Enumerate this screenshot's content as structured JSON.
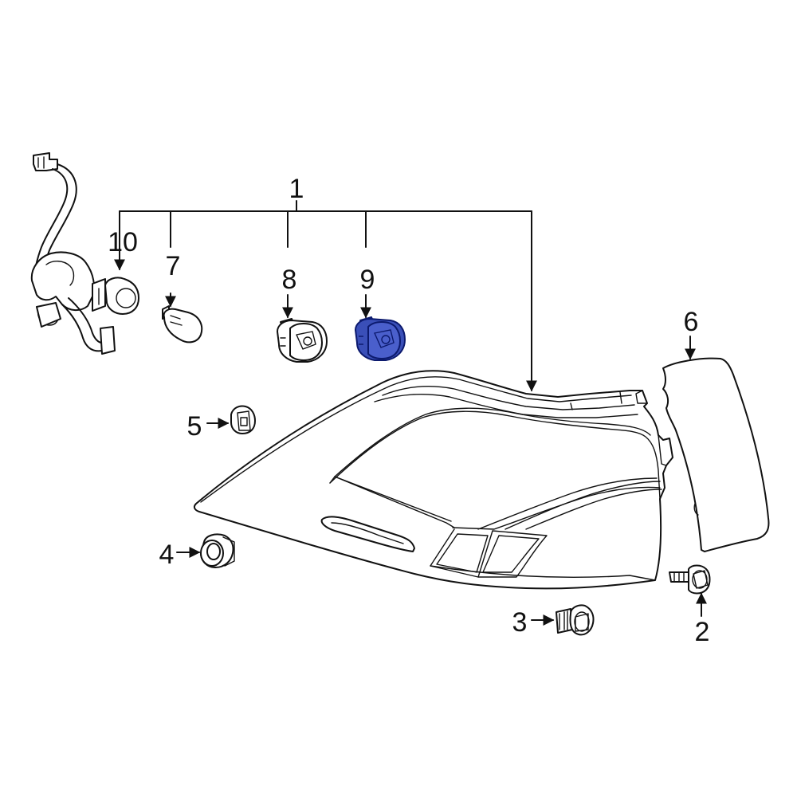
{
  "diagram": {
    "colors": {
      "line": "#111111",
      "highlight_fill": "#3a4fb8",
      "highlight_stroke": "#0c1a6e",
      "background": "#ffffff"
    },
    "callouts": {
      "c1": "1",
      "c2": "2",
      "c3": "3",
      "c4": "4",
      "c5": "5",
      "c6": "6",
      "c7": "7",
      "c8": "8",
      "c9": "9",
      "c10": "10"
    },
    "highlighted_part": "9"
  }
}
